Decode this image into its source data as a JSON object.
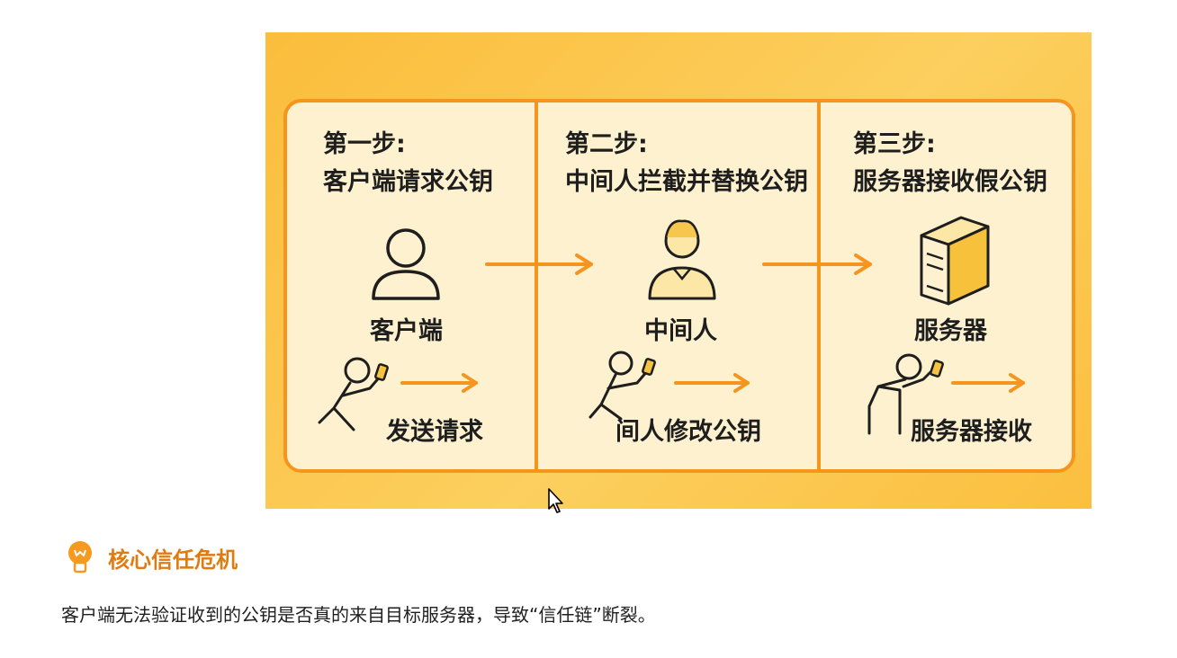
{
  "illustration": {
    "steps": [
      {
        "heading": "第一步:",
        "subheading": "客户端请求公钥",
        "actor_label": "客户端",
        "action_label": "发送请求",
        "actor_icon": "user-icon",
        "action_icon": "person-with-phone-icon"
      },
      {
        "heading": "第二步:",
        "subheading": "中间人拦截并替换公钥",
        "actor_label": "中间人",
        "action_label": "间人修改公钥",
        "actor_icon": "middleman-icon",
        "action_icon": "person-with-phone-icon"
      },
      {
        "heading": "第三步:",
        "subheading": "服务器接收假公钥",
        "actor_label": "服务器",
        "action_label": "服务器接收",
        "actor_icon": "server-icon",
        "action_icon": "person-with-phone-icon"
      }
    ],
    "colors": {
      "background": "#fbbf3f",
      "panel": "#fdf1cf",
      "accent": "#f5951e",
      "ink": "#1e1e1e"
    }
  },
  "callout": {
    "icon": "lightbulb-icon",
    "title": "核心信任危机",
    "body": "客户端无法验证收到的公钥是否真的来自目标服务器，导致“信任链”断裂。",
    "title_color": "#e07b12"
  },
  "cursor": {
    "icon": "mouse-pointer-icon"
  }
}
